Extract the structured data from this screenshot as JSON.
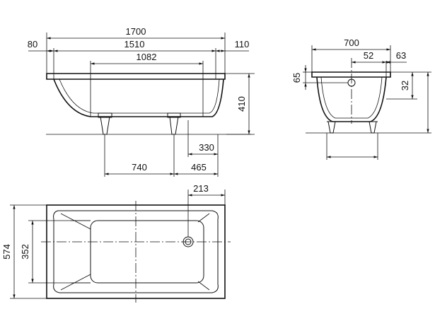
{
  "front_view": {
    "overall_length": "1700",
    "left_offset": "80",
    "inner_length": "1510",
    "right_offset": "110",
    "bottom_length": "1082",
    "height": "410",
    "foot_right": "330",
    "foot_left": "740",
    "foot_right_total": "465"
  },
  "side_view": {
    "overall_width": "700",
    "overflow_width": "52",
    "right_offset": "63",
    "overflow_height": "65",
    "right_height": "32"
  },
  "top_view": {
    "drain_offset": "213",
    "overall_width": "574",
    "inner_width": "352"
  }
}
